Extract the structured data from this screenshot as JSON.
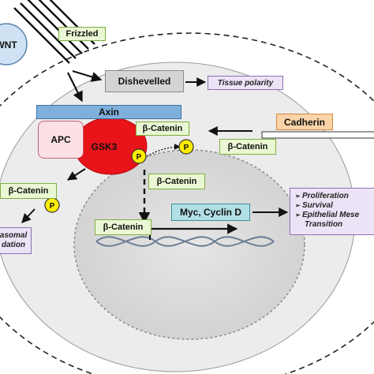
{
  "ligand": "WNT",
  "labels": {
    "frizzled": "Frizzled",
    "dishevelled": "Dishevelled",
    "tissue_polarity": "Tissue polarity",
    "axin": "Axin",
    "apc": "APC",
    "gsk3": "GSK3",
    "phospho": "P",
    "cadherin": "Cadherin",
    "beta_catenin": "β-Catenin",
    "proteasomal_degradation_line1": "asomal",
    "proteasomal_degradation_line2": "dation",
    "myc_cyclin": "Myc, Cyclin D"
  },
  "outcomes": [
    "Proliferation",
    "Survival",
    "Epithelial Mese",
    "Transition"
  ],
  "colors": {
    "green_fill": "#eaf7d4",
    "violet_fill": "#ece4f6",
    "axin_blue": "#7fb0dc",
    "gsk3_red": "#e8141a",
    "phospho_yellow": "#ffee00",
    "cadherin_orange": "#fbd3a8",
    "nucleus_gray": "#d8d8d8",
    "cytoplasm_gray": "#ececec"
  },
  "icons": [
    "receptor-bar-icon",
    "dna-helix-icon",
    "transcription-start-arrow-icon"
  ]
}
